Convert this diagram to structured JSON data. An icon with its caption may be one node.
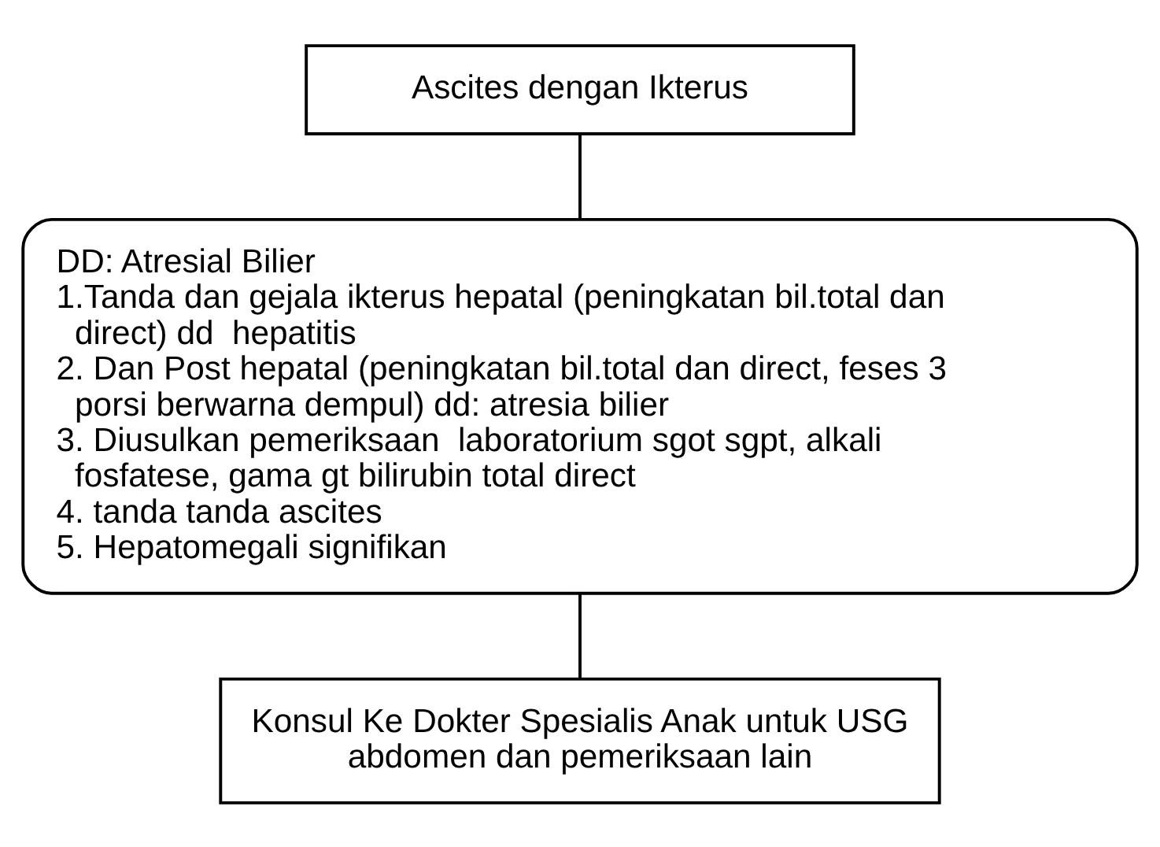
{
  "diagram": {
    "nodes": [
      {
        "text": [
          "Ascites dengan Ikterus"
        ]
      },
      {
        "text": [
          "DD: Atresial Bilier",
          "1.Tanda dan gejala ikterus hepatal (peningkatan bil.total dan direct) dd  hepatitis",
          "2. Dan Post hepatal (peningkatan bil.total dan direct, feses 3 porsi berwarna dempul) dd: atresia bilier",
          "3. Diusulkan pemeriksaan  laboratorium sgot sgpt, alkali fosfatese, gama gt bilirubin total direct",
          "4. tanda tanda ascites",
          "5. Hepatomegali signifikan"
        ]
      },
      {
        "text": [
          "Konsul Ke Dokter Spesialis Anak untuk USG abdomen dan pemeriksaan lain"
        ]
      }
    ],
    "edges": [
      {
        "from": 0,
        "to": 1,
        "arrow": "none"
      },
      {
        "from": 1,
        "to": 2,
        "arrow": "none"
      }
    ]
  }
}
